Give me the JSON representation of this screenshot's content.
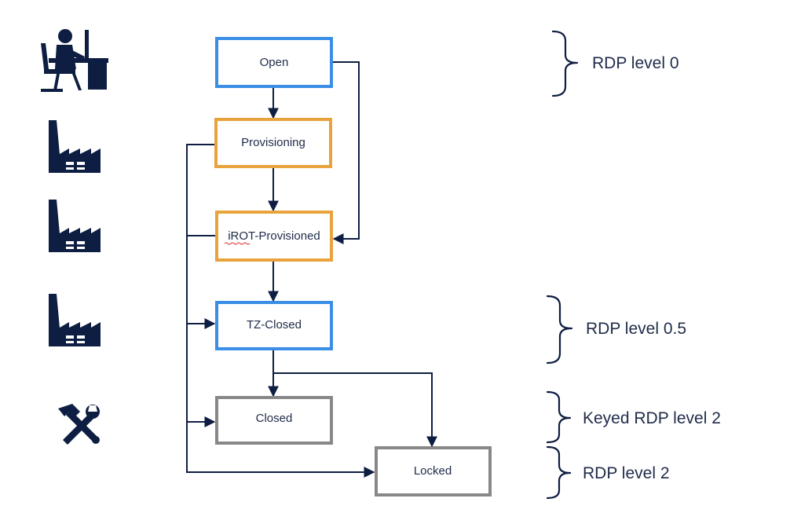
{
  "states": {
    "open": "Open",
    "provisioning": "Provisioning",
    "irot_provisioned": "iROT-Provisioned",
    "tz_closed": "TZ-Closed",
    "closed": "Closed",
    "locked": "Locked"
  },
  "levels": {
    "level0": "RDP level 0",
    "level05": "RDP level 0.5",
    "keyed2": "Keyed RDP level 2",
    "level2": "RDP level 2"
  },
  "icons": {
    "row1": "person-at-computer-icon",
    "row2": "factory-icon",
    "row3": "factory-icon",
    "row4": "factory-icon",
    "row5": "hammer-wrench-icon"
  },
  "colors": {
    "blue_border": "#3a8ee6",
    "orange_border": "#e8a33c",
    "gray_border": "#888888",
    "ink": "#0e1e42"
  }
}
